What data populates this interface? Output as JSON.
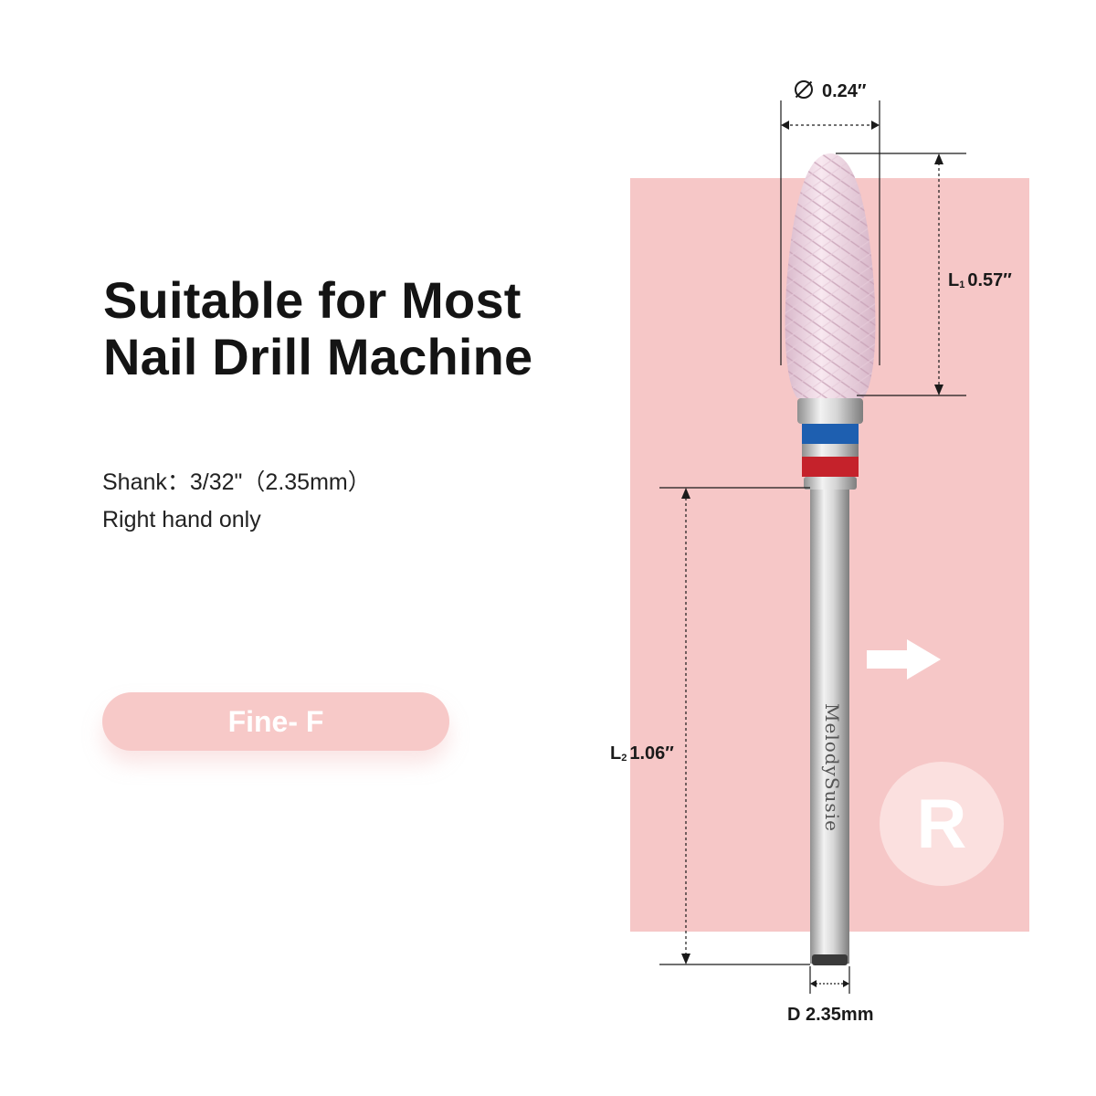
{
  "heading": {
    "line1": "Suitable for Most",
    "line2": "Nail Drill Machine"
  },
  "specs": {
    "shank": "Shank：3/32\"（2.35mm）",
    "hand": "Right hand only"
  },
  "grit_label": "Fine- F",
  "dimensions": {
    "diameter": "0.24″",
    "l1_letter": "L",
    "l1_sub": "1",
    "l1_value": "0.57″",
    "l2_letter": "L",
    "l2_sub": "2",
    "l2_value": "1.06″",
    "d_value": "D 2.35mm"
  },
  "badge_letter": "R",
  "brand_text": "MelodySusie",
  "colors": {
    "panel": "#f6c7c7",
    "pill": "#f7c9c8",
    "bit_head": "#f3dce8",
    "band_blue": "#1e5fb0",
    "band_red": "#c5222b",
    "shank": "#bdbdbd"
  },
  "icons": {
    "direction_arrow": "right-arrow-icon",
    "diameter_symbol": "diameter-icon"
  }
}
